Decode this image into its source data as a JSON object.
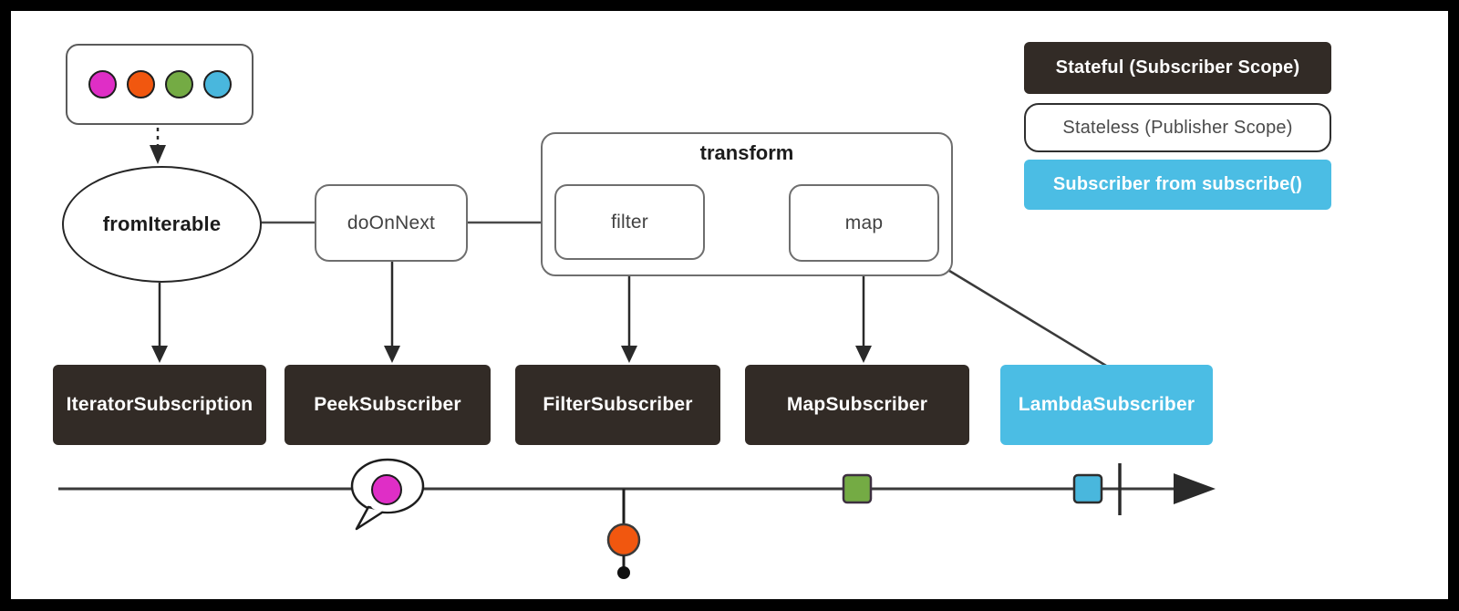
{
  "colors": {
    "magenta": "#df2ec6",
    "orange": "#f1570f",
    "green": "#74ab44",
    "cyan": "#49b7dd",
    "dark_box": "#322b26",
    "blue_box": "#4bbde4",
    "line": "#3a3a3a",
    "arrow": "#2a2a2a",
    "black": "#111111",
    "white": "#ffffff"
  },
  "source": {
    "items": [
      {
        "name": "magenta"
      },
      {
        "name": "orange"
      },
      {
        "name": "green"
      },
      {
        "name": "cyan"
      }
    ]
  },
  "pipeline": {
    "from_iterable": "fromIterable",
    "do_on_next": "doOnNext",
    "transform_group": "transform",
    "filter": "filter",
    "map": "map"
  },
  "subscribers": [
    {
      "label": "IteratorSubscription",
      "style": "stateful"
    },
    {
      "label": "PeekSubscriber",
      "style": "stateful"
    },
    {
      "label": "FilterSubscriber",
      "style": "stateful"
    },
    {
      "label": "MapSubscriber",
      "style": "stateful"
    },
    {
      "label": "LambdaSubscriber",
      "style": "subscriber-from-subscribe"
    }
  ],
  "legend": [
    {
      "label": "Stateful (Subscriber Scope)",
      "style": "stateful"
    },
    {
      "label": "Stateless (Publisher Scope)",
      "style": "stateless"
    },
    {
      "label": "Subscriber from subscribe()",
      "style": "subscriber-from-subscribe"
    }
  ],
  "timeline": {
    "events": [
      {
        "type": "peeked-value",
        "color": "magenta",
        "shape": "circle-in-speech-bubble"
      },
      {
        "type": "filtered-out-value",
        "color": "orange",
        "shape": "circle-dropped-below-line"
      },
      {
        "type": "mapped-value",
        "color": "green",
        "shape": "square"
      },
      {
        "type": "delivered-value",
        "color": "cyan",
        "shape": "square"
      },
      {
        "type": "complete",
        "shape": "tick"
      }
    ]
  }
}
